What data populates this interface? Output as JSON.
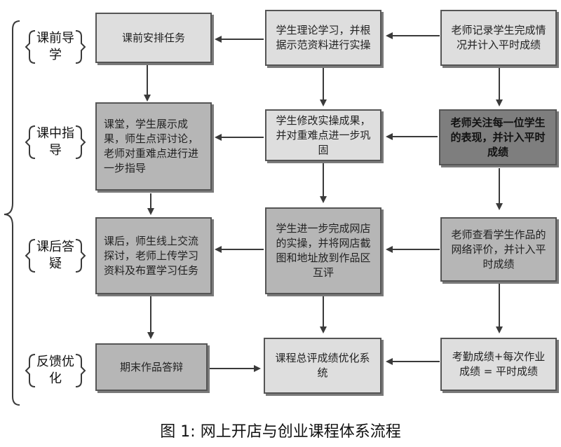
{
  "stages": [
    {
      "id": "s1",
      "label": "课前导学"
    },
    {
      "id": "s2",
      "label": "课中指导"
    },
    {
      "id": "s3",
      "label": "课后答疑"
    },
    {
      "id": "s4",
      "label": "反馈优化"
    }
  ],
  "nodes": {
    "r1c1": "课前安排任务",
    "r1c2": "学生理论学习，并根据示范资料进行实操",
    "r1c3": "老师记录学生完成情况并计入平时成绩",
    "r2c1": "课堂，学生展示成果，师生点评讨论，老师对重难点进行进一步指导",
    "r2c2": "学生修改实操成果，并对重难点进一步巩固",
    "r2c3": "老师关注每一位学生的表现，并计入平时成绩",
    "r3c1": "课后，师生线上交流探讨，老师上传学习资料及布置学习任务",
    "r3c2": "学生进一步完成网店的实操，并将网店截图和地址放到作品区互评",
    "r3c3": "老师查看学生作品的网络评价，并计入平时成绩",
    "r4c1": "期末作品答辩",
    "r4c2": "课程总评成绩优化系统",
    "r4c3": "考勤成绩+每次作业成绩 = 平时成绩"
  },
  "caption": "图 1: 网上开店与创业课程体系流程",
  "colors": {
    "light": "#dedede",
    "mid": "#b6b6b6",
    "dark": "#7e7e7e",
    "line": "#3a3a3a"
  }
}
